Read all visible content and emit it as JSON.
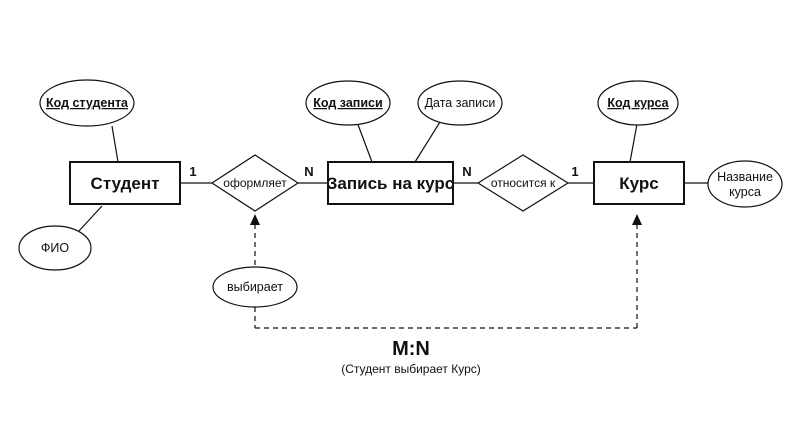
{
  "entities": {
    "student": "Студент",
    "enrollment": "Запись на курс",
    "course": "Курс"
  },
  "attributes": {
    "student_id": "Код студента",
    "student_name": "ФИО",
    "enrollment_id": "Код записи",
    "enrollment_date": "Дата записи",
    "course_id": "Код курса",
    "course_name_line1": "Название",
    "course_name_line2": "курса"
  },
  "relationships": {
    "makes": "оформляет",
    "belongs_to": "относится к",
    "chooses": "выбирает"
  },
  "cardinality": {
    "student_side": "1",
    "enrollment_left": "N",
    "enrollment_right": "N",
    "course_side": "1"
  },
  "mn": {
    "label": "M:N",
    "note": "(Студент выбирает Курс)"
  }
}
